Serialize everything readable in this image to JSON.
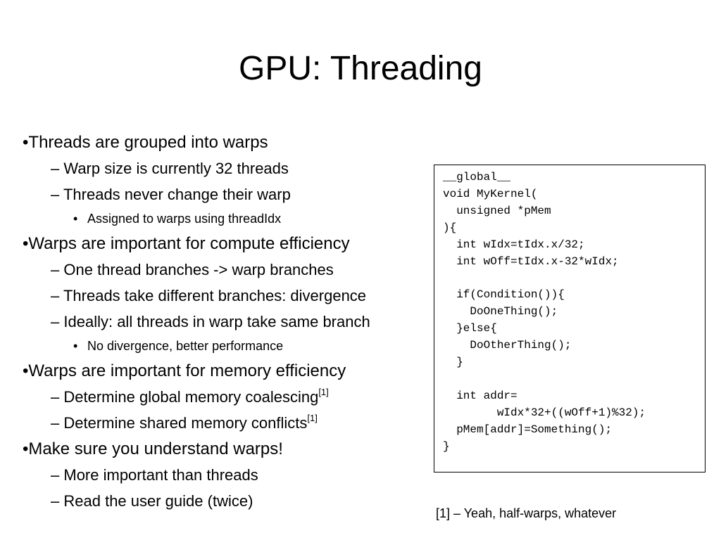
{
  "slide": {
    "title": "GPU: Threading",
    "items": [
      {
        "level": 1,
        "marker": "•",
        "text": "Threads are grouped into warps"
      },
      {
        "level": 2,
        "marker": "–",
        "text": "Warp size is currently 32 threads"
      },
      {
        "level": 2,
        "marker": "–",
        "text": "Threads never change their warp"
      },
      {
        "level": 3,
        "marker": "•",
        "text": "Assigned to warps using threadIdx"
      },
      {
        "level": 1,
        "marker": "•",
        "text": "Warps are important for compute efficiency"
      },
      {
        "level": 2,
        "marker": "–",
        "text": "One thread branches -> warp branches"
      },
      {
        "level": 2,
        "marker": "–",
        "text": "Threads take different branches: divergence"
      },
      {
        "level": 2,
        "marker": "–",
        "text": "Ideally: all threads in warp take same branch"
      },
      {
        "level": 3,
        "marker": "•",
        "text": "No divergence, better performance"
      },
      {
        "level": 1,
        "marker": "•",
        "text": "Warps are important for memory efficiency"
      },
      {
        "level": 2,
        "marker": "–",
        "text": "Determine global memory coalescing",
        "sup": "[1]"
      },
      {
        "level": 2,
        "marker": "–",
        "text": "Determine shared memory conflicts",
        "sup": "[1]"
      },
      {
        "level": 1,
        "marker": "•",
        "text": "Make sure you understand warps!"
      },
      {
        "level": 2,
        "marker": "–",
        "text": "More important than threads"
      },
      {
        "level": 2,
        "marker": "–",
        "text": "Read the user guide (twice)"
      }
    ],
    "code": "__global__\nvoid MyKernel(\n  unsigned *pMem\n){\n  int wIdx=tIdx.x/32;\n  int wOff=tIdx.x-32*wIdx;\n\n  if(Condition()){\n    DoOneThing();\n  }else{\n    DoOtherThing();\n  }\n\n  int addr=\n        wIdx*32+((wOff+1)%32);\n  pMem[addr]=Something();\n}",
    "footnote": "[1] – Yeah, half-warps, whatever"
  }
}
